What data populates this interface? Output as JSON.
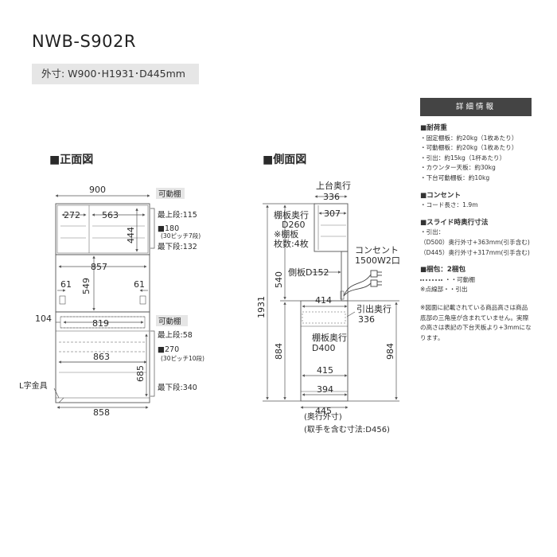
{
  "title": {
    "model": "NWB-S902R",
    "outer_dims": "外寸: W900･H1931･D445mm"
  },
  "front": {
    "heading": "■正面図",
    "w900": "900",
    "w272": "272",
    "w563": "563",
    "h444": "444",
    "w857": "857",
    "h549": "549",
    "l61": "61",
    "r61": "61",
    "w104": "104",
    "w819": "819",
    "w863": "863",
    "h685": "685",
    "w858": "858",
    "label_kadou_top": "可動棚",
    "top_max": "最上段:115",
    "top_pitch": "■180",
    "top_pitch_note": "(30ピッチ7段)",
    "top_min": "最下段:132",
    "label_kadou_bottom": "可動棚",
    "bot_max": "最上段:58",
    "bot_pitch": "■270",
    "bot_pitch_note": "(30ピッチ10段)",
    "bot_min": "最下段:340",
    "l_bracket": "L字金具"
  },
  "side": {
    "heading": "■側面図",
    "top_depth_label": "上台奥行",
    "w336": "336",
    "w307": "307",
    "shelf_depth": "棚板奥行",
    "d260": "D260",
    "shelf_note": "※棚板",
    "shelf_count": "枚数:4枚",
    "outlet_label": "コンセント",
    "outlet_spec": "1500W2口",
    "side_d152": "側板D152",
    "h540": "540",
    "h1931": "1931",
    "w414": "414",
    "drawer_depth_label": "引出奥行",
    "drawer_depth": "336",
    "h884": "884",
    "h984": "984",
    "lower_shelf_depth": "棚板奥行",
    "d400": "D400",
    "w415": "415",
    "w394": "394",
    "w445": "445",
    "depth_outer": "(奥行外寸)",
    "depth_handle": "(取手を含む寸法:D456)"
  },
  "details": {
    "header": "詳細情報",
    "load_title": "■耐荷重",
    "load_items": [
      "・固定棚板：約20kg（1枚あたり）",
      "・可動棚板：約20kg（1枚あたり）",
      "・引出：約15kg（1杯あたり）",
      "・カウンター天板：約30kg",
      "・下台可動棚板：約10kg"
    ],
    "outlet_title": "■コンセント",
    "outlet_item": "・コード長さ：1.9m",
    "slide_title": "■スライド時奥行寸法",
    "slide_items": [
      "・引出：",
      "（D500）奥行外寸+363mm(引手含む)",
      "（D445）奥行外寸+317mm(引手含む)"
    ],
    "pack_title": "■梱包：2梱包",
    "pack_legend_a": "・・可動棚",
    "pack_legend_b": "※点線部・・引出",
    "note": "※図面に記載されている商品高さは商品底部の三角座が含まれていません。実際の高さは表記の下台天板より+3mmになります。"
  }
}
